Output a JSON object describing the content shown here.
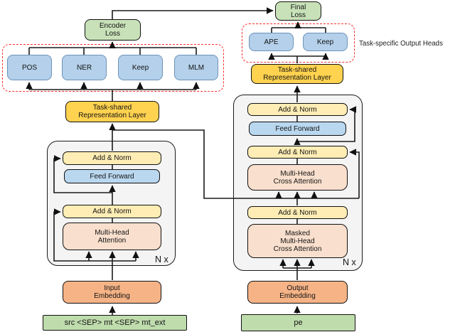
{
  "colors": {
    "loss_green": "#c8e1b8",
    "io_green": "#bfdcad",
    "head_blue": "#b4d0ea",
    "head_border": "#6e93ba",
    "task_yellow": "#ffd24f",
    "add_norm_tan": "#ffedb5",
    "feed_forward_blue": "#b9d7ef",
    "attention_peach": "#f9dfcd",
    "embedding_orange": "#f5b386",
    "container_gray": "#f4f4f4",
    "dashed_red": "#fe2c2c",
    "line_dark": "#1a1a1a"
  },
  "top": {
    "encoder_loss": {
      "lines": [
        "Encoder",
        "Loss"
      ]
    },
    "final_loss": {
      "lines": [
        "Final",
        "Loss"
      ]
    },
    "task_specific_label": "Task-specific Output Heads"
  },
  "encoder": {
    "heads": [
      {
        "label": "POS"
      },
      {
        "label": "NER"
      },
      {
        "label": "Keep"
      },
      {
        "label": "MLM"
      }
    ],
    "task_shared": {
      "lines": [
        "Task-shared",
        "Representation Layer"
      ]
    },
    "blocks": {
      "add_norm_1": "Add & Norm",
      "feed_forward": "Feed Forward",
      "add_norm_2": "Add & Norm",
      "attention": {
        "lines": [
          "Multi-Head",
          "Attention"
        ]
      }
    },
    "n_x": "N x",
    "embedding": {
      "lines": [
        "Input",
        "Embedding"
      ]
    },
    "input_tokens": "src <SEP> mt <SEP> mt_ext"
  },
  "decoder": {
    "heads": [
      {
        "label": "APE"
      },
      {
        "label": "Keep"
      }
    ],
    "task_shared": {
      "lines": [
        "Task-shared",
        "Representation Layer"
      ]
    },
    "blocks": {
      "add_norm_1": "Add & Norm",
      "feed_forward": "Feed Forward",
      "add_norm_2": "Add & Norm",
      "cross_attention": {
        "lines": [
          "Multi-Head",
          "Cross Attention"
        ]
      },
      "add_norm_3": "Add & Norm",
      "masked_cross_attention": {
        "lines": [
          "Masked",
          "Multi-Head",
          "Cross Attention"
        ]
      }
    },
    "n_x": "N x",
    "embedding": {
      "lines": [
        "Output",
        "Embedding"
      ]
    },
    "input_tokens": "pe"
  }
}
